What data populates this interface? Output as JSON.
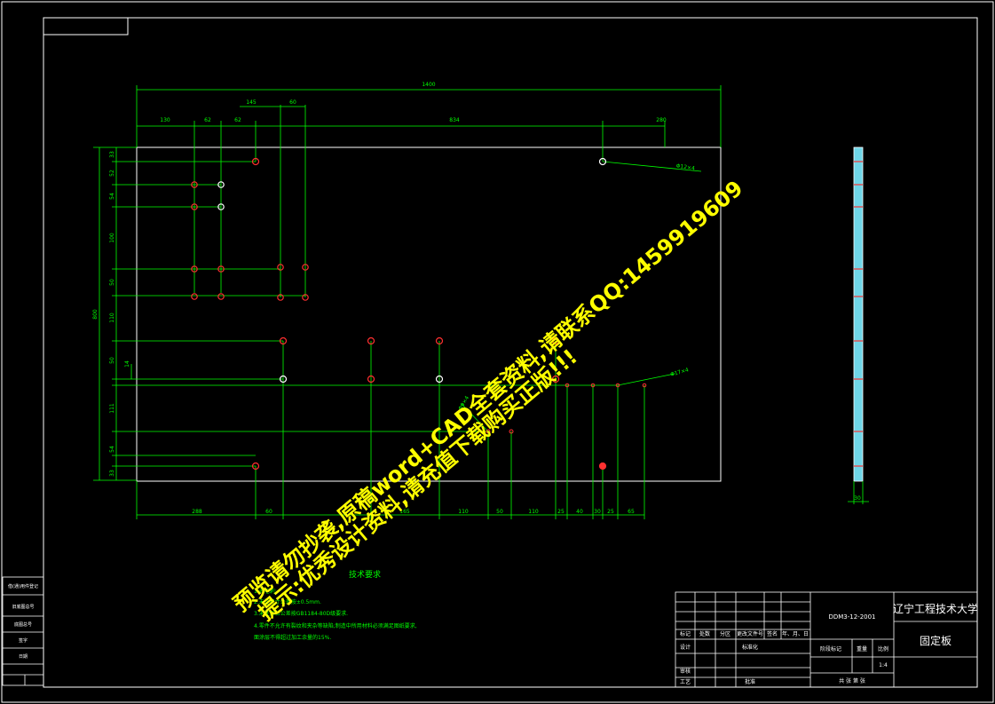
{
  "drawing": {
    "overall_width": "1400",
    "top_dims": [
      "130",
      "62",
      "62",
      "145",
      "60",
      "834",
      "280"
    ],
    "bottom_dims": [
      "288",
      "60",
      "165",
      "110",
      "50",
      "110",
      "25",
      "40",
      "30",
      "25",
      "65"
    ],
    "left_dims": [
      "33",
      "52",
      "54",
      "100",
      "50",
      "110",
      "50",
      "111",
      "54",
      "33"
    ],
    "left_total": "800",
    "note_14": "14",
    "hole_label_1": "Φ12×4",
    "hole_label_2": "Φ17×4",
    "hole_label_3": "Φ9×4",
    "side_width": "30"
  },
  "tech_requirements": {
    "title": "技术要求",
    "lines": [
      "1.去毛刺;",
      "2.未注尺寸公差按±0.5mm.",
      "3.未注形位公差按GB1184-80D级要求.",
      "4.零件不允许有裂纹和夹杂等缺陷;制造中所用材料必须满足图纸要求,",
      "  面涂层不得超过加工余量的15%."
    ]
  },
  "title_block": {
    "drawing_title": "DDM3-12-2001",
    "school": "辽宁工程技术大学",
    "part_name": "固定板",
    "scale": "1:4",
    "row_labels": [
      "标记",
      "处数",
      "分区",
      "更改文件号",
      "签名",
      "年、月、日"
    ],
    "row2_labels": [
      "设计",
      "",
      "标准化"
    ],
    "row3_labels": [
      "审核"
    ],
    "row4_labels": [
      "工艺",
      "批准"
    ],
    "stage_headers": [
      "阶段标记",
      "重量",
      "比例"
    ],
    "sheet_text": "共  张  第  张"
  },
  "side_table": {
    "rows": [
      "借(通)用件登记",
      "旧底图总号",
      "底图总号",
      "签字",
      "日期"
    ]
  },
  "watermark": {
    "line1": "预览请勿抄袭,原稿word+CAD全套资料,请联系QQ:1459919609",
    "line2": "提示:优秀设计资料,请充值下载购买正版!!!"
  },
  "colors": {
    "background": "#000000",
    "frame": "#ffffff",
    "dimension": "#00ff00",
    "hole": "#ff3030",
    "watermark": "#ffff00",
    "side_part": "#6fd6e8"
  }
}
